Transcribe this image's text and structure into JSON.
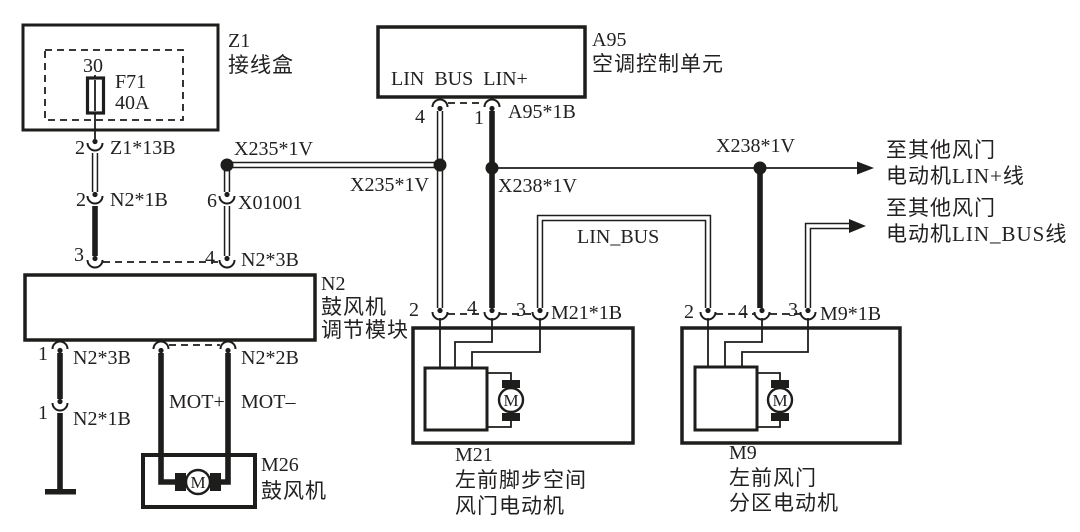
{
  "colors": {
    "line": "#1d1d1b",
    "text": "#232020",
    "background": "#ffffff"
  },
  "components": {
    "z1": {
      "code": "Z1",
      "name": "接线盒",
      "terminal": "30",
      "fuse": "F71",
      "fuse_rating": "40A",
      "pin": "2",
      "connector": "Z1*13B"
    },
    "a95": {
      "code": "A95",
      "name": "空调控制单元",
      "internal_pins": "LIN  BUS  LIN+",
      "pin4": "4",
      "pin1": "1",
      "connector": "A95*1B"
    },
    "n2": {
      "code": "N2",
      "name_line1": "鼓风机",
      "name_line2": "调节模块",
      "top_pin3": "3",
      "top_pin4": "4",
      "top_connector": "N2*3B",
      "bottom_pin1": "1",
      "bottom_connector_left": "N2*3B",
      "bottom_connector_right": "N2*2B",
      "ground_pin": "1",
      "ground_connector": "N2*1B",
      "mot_plus": "MOT+",
      "mot_minus": "MOT–"
    },
    "m26": {
      "code": "M26",
      "name": "鼓风机",
      "motor_letter": "M"
    },
    "m21": {
      "code": "M21",
      "name_line1": "左前脚步空间",
      "name_line2": "风门电动机",
      "pin2": "2",
      "pin4": "4",
      "pin3": "3",
      "connector": "M21*1B",
      "motor_letter": "M"
    },
    "m9": {
      "code": "M9",
      "name_line1": "左前风门",
      "name_line2": "分区电动机",
      "pin2": "2",
      "pin4": "4",
      "pin3": "3",
      "connector": "M9*1B",
      "motor_letter": "M"
    }
  },
  "wires": {
    "upper_connector": {
      "pin": "2",
      "connector": "N2*1B"
    },
    "x01001": {
      "pin": "6",
      "connector": "X01001"
    },
    "x235_label_left": "X235*1V",
    "x235_label_right": "X235*1V",
    "x238_label_left": "X238*1V",
    "x238_label_right": "X238*1V",
    "lin_bus_label": "LIN_BUS"
  },
  "annotations": {
    "lin_plus_out": {
      "line1": "至其他风门",
      "line2": "电动机LIN+线"
    },
    "lin_bus_out": {
      "line1": "至其他风门",
      "line2": "电动机LIN_BUS线"
    }
  }
}
